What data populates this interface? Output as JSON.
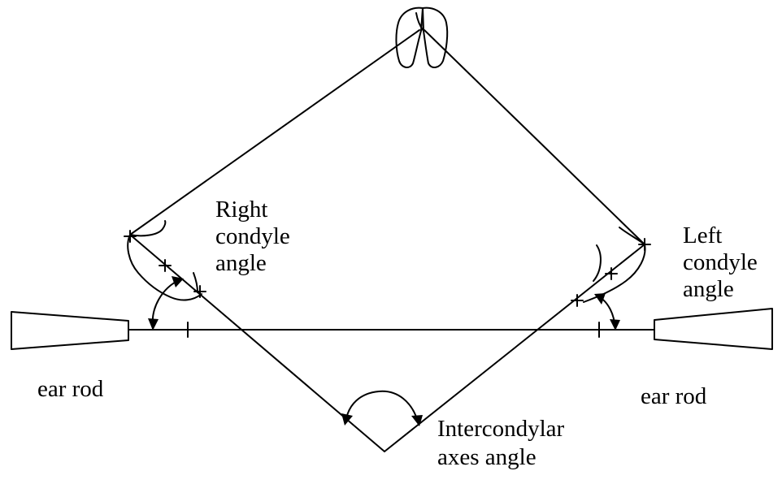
{
  "labels": {
    "right_condyle": [
      "Right",
      "condyle",
      "angle"
    ],
    "left_condyle": [
      "Left",
      "condyle",
      "angle"
    ],
    "ear_rod_left": "ear rod",
    "ear_rod_right": "ear rod",
    "intercondylar": [
      "Intercondylar",
      "axes angle"
    ]
  },
  "colors": {
    "stroke": "#000000",
    "background": "#ffffff"
  },
  "icons": {
    "incisors": "incisor-teeth-sketch",
    "right_condyle": "right-condyle-sketch",
    "left_condyle": "left-condyle-sketch",
    "ear_rod_left": "left-ear-rod-shape",
    "ear_rod_right": "right-ear-rod-shape"
  }
}
